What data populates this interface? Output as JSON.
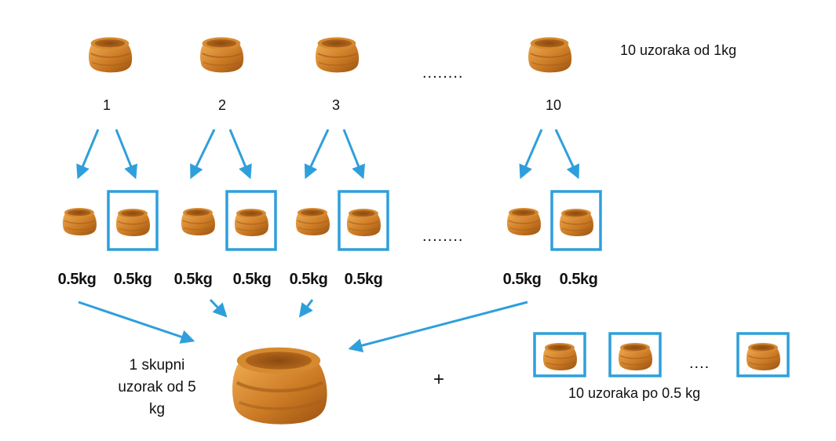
{
  "colors": {
    "arrow": "#2f9fdb",
    "box": "#2f9fdb",
    "sack_light": "#e39a3c",
    "sack_mid": "#c8731f",
    "sack_dark": "#9a5210"
  },
  "top_row": {
    "caption": "10 uzoraka od 1kg",
    "dots": "........",
    "sample_numbers": [
      "1",
      "2",
      "3",
      "10"
    ]
  },
  "middle_row": {
    "dots": "........",
    "weights": [
      "0.5kg",
      "0.5kg",
      "0.5kg",
      "0.5kg",
      "0.5kg",
      "0.5kg",
      "0.5kg",
      "0.5kg"
    ]
  },
  "bottom_row": {
    "combined_label": "1 skupni uzorak od 5 kg",
    "plus": "+",
    "boxed_dots": "....",
    "boxed_caption": "10 uzoraka po 0.5 kg"
  }
}
